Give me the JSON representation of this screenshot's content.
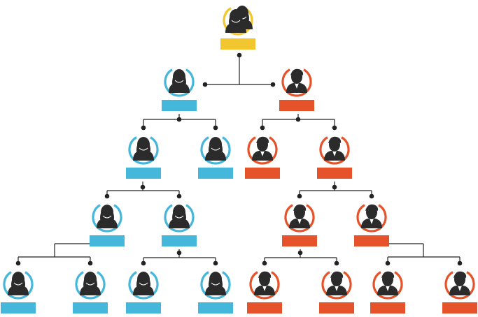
{
  "colors": {
    "root": "#F2C62E",
    "left": "#45B7DB",
    "right": "#E6532A",
    "line": "#222222",
    "silhouette": "#2B2B2B",
    "background": "#FFFFFF"
  },
  "nodes": [
    {
      "id": "root",
      "branch": "root",
      "icon": "group-avatar-icon",
      "label": ""
    },
    {
      "id": "b-l",
      "branch": "left",
      "icon": "woman-avatar-icon",
      "label": ""
    },
    {
      "id": "b-r",
      "branch": "right",
      "icon": "man-avatar-icon",
      "label": ""
    },
    {
      "id": "l1",
      "branch": "left",
      "icon": "woman-avatar-icon",
      "label": ""
    },
    {
      "id": "l2",
      "branch": "left",
      "icon": "woman-avatar-icon",
      "label": ""
    },
    {
      "id": "r1",
      "branch": "right",
      "icon": "man-avatar-icon",
      "label": ""
    },
    {
      "id": "r2",
      "branch": "right",
      "icon": "man-avatar-icon",
      "label": ""
    },
    {
      "id": "l1a",
      "branch": "left",
      "icon": "woman-avatar-icon",
      "label": ""
    },
    {
      "id": "l1b",
      "branch": "left",
      "icon": "woman-avatar-icon",
      "label": ""
    },
    {
      "id": "r2a",
      "branch": "right",
      "icon": "man-avatar-icon",
      "label": ""
    },
    {
      "id": "r2b",
      "branch": "right",
      "icon": "man-avatar-icon",
      "label": ""
    },
    {
      "id": "l1a-1",
      "branch": "left",
      "icon": "woman-avatar-icon",
      "label": ""
    },
    {
      "id": "l1a-2",
      "branch": "left",
      "icon": "woman-avatar-icon",
      "label": ""
    },
    {
      "id": "l1b-1",
      "branch": "left",
      "icon": "woman-avatar-icon",
      "label": ""
    },
    {
      "id": "l1b-2",
      "branch": "left",
      "icon": "woman-avatar-icon",
      "label": ""
    },
    {
      "id": "r2a-1",
      "branch": "right",
      "icon": "man-avatar-icon",
      "label": ""
    },
    {
      "id": "r2a-2",
      "branch": "right",
      "icon": "man-avatar-icon",
      "label": ""
    },
    {
      "id": "r2b-1",
      "branch": "right",
      "icon": "man-avatar-icon",
      "label": ""
    },
    {
      "id": "r2b-2",
      "branch": "right",
      "icon": "man-avatar-icon",
      "label": ""
    }
  ]
}
